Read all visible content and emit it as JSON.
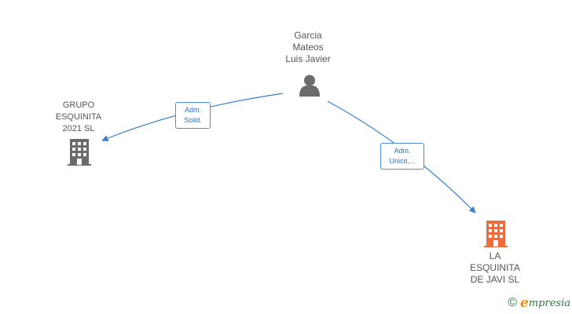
{
  "nodes": {
    "person": {
      "lines": [
        "Garcia",
        "Mateos",
        "Luis Javier"
      ],
      "icon": "person-icon",
      "color": "#6b6b6b"
    },
    "grupo": {
      "lines": [
        "GRUPO",
        "ESQUINITA",
        "2021  SL"
      ],
      "icon": "building-icon",
      "color": "#6b6b6b"
    },
    "esquinita": {
      "lines": [
        "LA",
        "ESQUINITA",
        "DE JAVI  SL"
      ],
      "icon": "building-icon",
      "color": "#f26b3a"
    }
  },
  "edges": {
    "solid": {
      "lines": [
        "Adm.",
        "Solid."
      ]
    },
    "unico": {
      "lines": [
        "Adm.",
        "Unico,..."
      ]
    }
  },
  "colors": {
    "edge": "#3c7fd0",
    "edge_label_border": "#4a90d9"
  },
  "brand": {
    "copyright": "©",
    "initial": "e",
    "rest": "mpresia"
  }
}
